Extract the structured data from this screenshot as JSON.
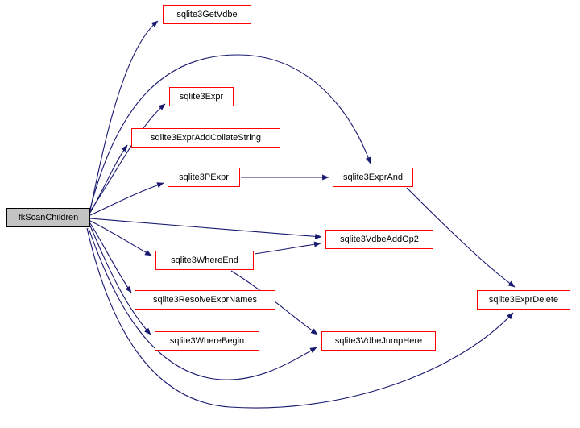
{
  "diagram": {
    "type": "call-graph",
    "root": {
      "id": "fkScanChildren",
      "label": "fkScanChildren"
    },
    "nodes": [
      {
        "id": "sqlite3GetVdbe",
        "label": "sqlite3GetVdbe"
      },
      {
        "id": "sqlite3Expr",
        "label": "sqlite3Expr"
      },
      {
        "id": "sqlite3ExprAddCollateString",
        "label": "sqlite3ExprAddCollateString"
      },
      {
        "id": "sqlite3PExpr",
        "label": "sqlite3PExpr"
      },
      {
        "id": "sqlite3ExprAnd",
        "label": "sqlite3ExprAnd"
      },
      {
        "id": "sqlite3VdbeAddOp2",
        "label": "sqlite3VdbeAddOp2"
      },
      {
        "id": "sqlite3WhereEnd",
        "label": "sqlite3WhereEnd"
      },
      {
        "id": "sqlite3ResolveExprNames",
        "label": "sqlite3ResolveExprNames"
      },
      {
        "id": "sqlite3WhereBegin",
        "label": "sqlite3WhereBegin"
      },
      {
        "id": "sqlite3VdbeJumpHere",
        "label": "sqlite3VdbeJumpHere"
      },
      {
        "id": "sqlite3ExprDelete",
        "label": "sqlite3ExprDelete"
      }
    ],
    "edges": [
      {
        "from": "fkScanChildren",
        "to": "sqlite3GetVdbe"
      },
      {
        "from": "fkScanChildren",
        "to": "sqlite3ExprAnd"
      },
      {
        "from": "fkScanChildren",
        "to": "sqlite3Expr"
      },
      {
        "from": "fkScanChildren",
        "to": "sqlite3ExprAddCollateString"
      },
      {
        "from": "fkScanChildren",
        "to": "sqlite3PExpr"
      },
      {
        "from": "fkScanChildren",
        "to": "sqlite3VdbeAddOp2"
      },
      {
        "from": "fkScanChildren",
        "to": "sqlite3WhereEnd"
      },
      {
        "from": "fkScanChildren",
        "to": "sqlite3ResolveExprNames"
      },
      {
        "from": "fkScanChildren",
        "to": "sqlite3WhereBegin"
      },
      {
        "from": "fkScanChildren",
        "to": "sqlite3VdbeJumpHere"
      },
      {
        "from": "fkScanChildren",
        "to": "sqlite3ExprDelete"
      },
      {
        "from": "sqlite3PExpr",
        "to": "sqlite3ExprAnd"
      },
      {
        "from": "sqlite3WhereEnd",
        "to": "sqlite3VdbeAddOp2"
      },
      {
        "from": "sqlite3WhereEnd",
        "to": "sqlite3VdbeJumpHere"
      },
      {
        "from": "sqlite3ExprAnd",
        "to": "sqlite3ExprDelete"
      }
    ],
    "colors": {
      "background": "#ffffff",
      "edge": "#191970",
      "node_border": "#ff0000",
      "node_fill": "#ffffff",
      "node_text": "#000000",
      "root_fill": "#c3c3c3",
      "root_border": "#000000"
    }
  }
}
